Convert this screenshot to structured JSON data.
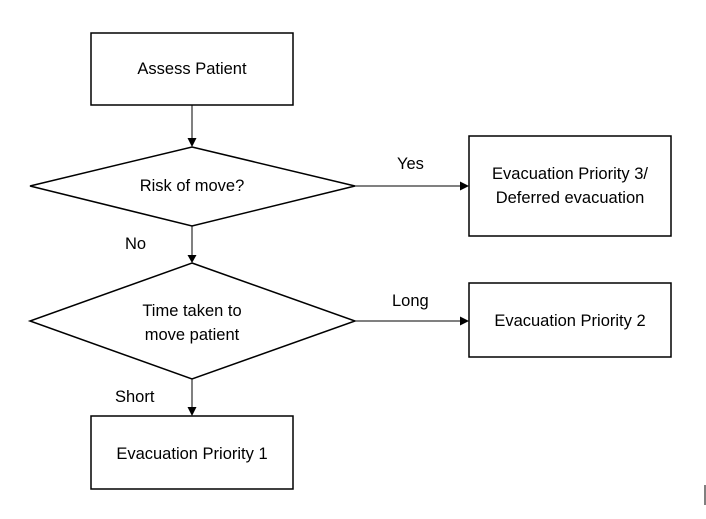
{
  "nodes": {
    "assess_patient": "Assess Patient",
    "risk_of_move": "Risk of move?",
    "time_taken_line1": "Time taken to",
    "time_taken_line2": "move patient",
    "priority3_line1": "Evacuation Priority 3/",
    "priority3_line2": "Deferred evacuation",
    "priority2": "Evacuation Priority 2",
    "priority1": "Evacuation Priority 1"
  },
  "edge_labels": {
    "yes": "Yes",
    "no": "No",
    "long": "Long",
    "short": "Short"
  }
}
